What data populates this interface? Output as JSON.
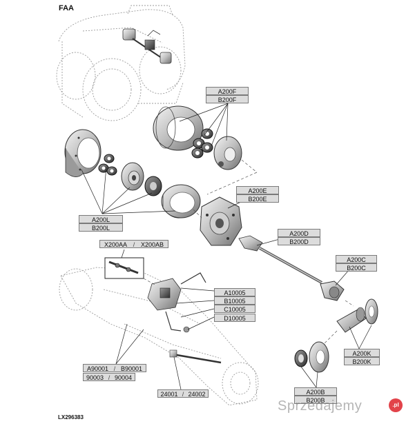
{
  "title": "FAA",
  "drawing_code": "LX296383",
  "labels": {
    "a200f": "A200F",
    "b200f": "B200F",
    "a200e": "A200E",
    "b200e": "B200E",
    "a200l": "A200L",
    "b200l": "B200L",
    "a200d": "A200D",
    "b200d": "B200D",
    "x200aa": "X200AA",
    "x200ab": "X200AB",
    "a200c": "A200C",
    "b200c": "B200C",
    "a10005": "A10005",
    "b10005": "B10005",
    "c10005": "C10005",
    "d10005": "D10005",
    "a200k": "A200K",
    "b200k": "B200K",
    "a90001": "A90001",
    "b90001": "B90001",
    "p90003": "90003",
    "p90004": "90004",
    "p24001": "24001",
    "p24002": "24002",
    "a200b": "A200B",
    "b200b": "B200B",
    "slash": "/"
  },
  "watermark": {
    "text": "Sprzedajemy",
    "badge": ".pl"
  }
}
